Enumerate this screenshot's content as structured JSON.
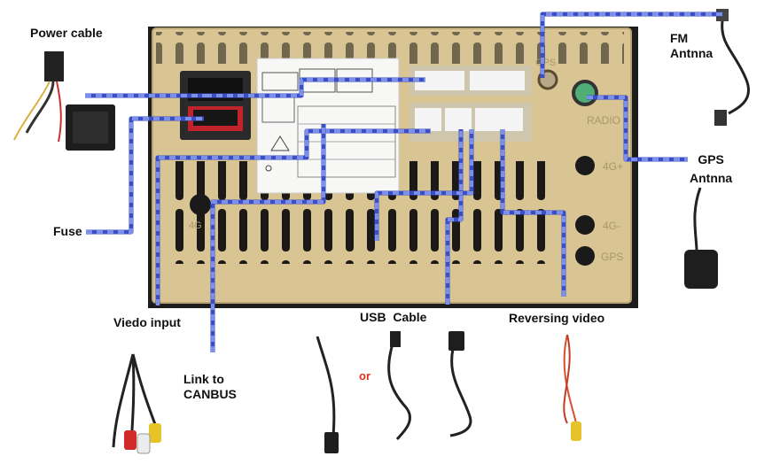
{
  "labels": {
    "power_cable": "Power cable",
    "fm_antenna_line1": "FM",
    "fm_antenna_line2": "Antnna",
    "gps_antenna_line1": "GPS",
    "gps_antenna_line2": "Antnna",
    "fuse": "Fuse",
    "video_input": "Viedo input",
    "canbus_line1": "Link to",
    "canbus_line2": "CANBUS",
    "usb_cable": "USB  Cable",
    "or": "or",
    "reversing_video": "Reversing video"
  },
  "panel_marks": {
    "gps_port": "GPS",
    "radio_port": "RADIO",
    "port_4g_plus": "4G+",
    "port_4g_minus": "4G-",
    "port_gps_lower": "GPS",
    "port_4g_left": "4G"
  },
  "colors": {
    "panel": "#d9c493",
    "panel_edge": "#b9a370",
    "frame": "#1c1c1c",
    "connector": "#2a2a2a",
    "connector_red": "#c2222a",
    "plug_white": "#f4f4f4",
    "leader_line": "#3a4fc6",
    "leader_dash": "#7d8fe8",
    "label_or": "#e0301e"
  }
}
